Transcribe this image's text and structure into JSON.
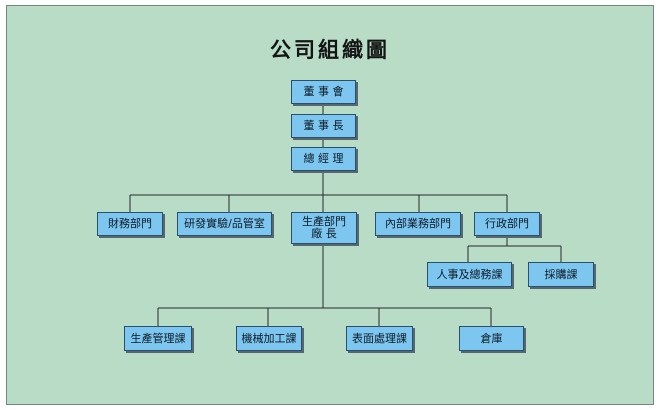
{
  "diagram": {
    "title": "公司組織圖",
    "nodes": {
      "board": "董 事 會",
      "chairman": "董 事 長",
      "gm": "總 經 理",
      "finance": "財務部門",
      "rnd": "研發實驗/品管室",
      "production": "生產部門\n廠  長",
      "domestic": "內部業務部門",
      "admin": "行政部門",
      "hr": "人事及總務課",
      "purchasing": "採購課",
      "prod_mgmt": "生產管理課",
      "machining": "機械加工課",
      "surface": "表面處理課",
      "warehouse": "倉庫"
    }
  }
}
